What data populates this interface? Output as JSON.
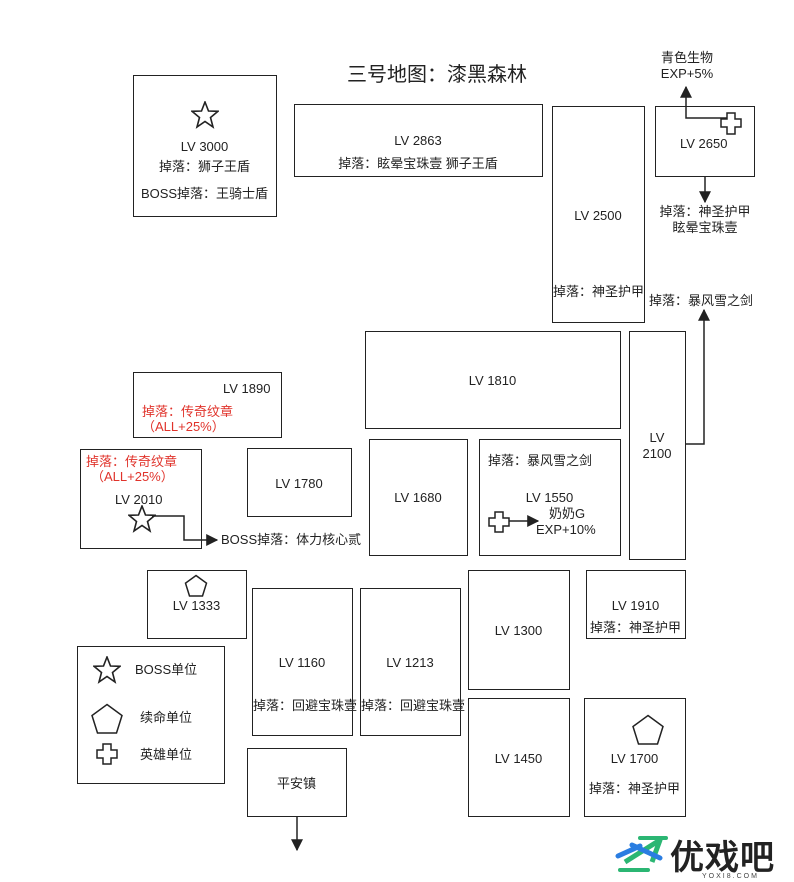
{
  "title": "三号地图：漆黑森林",
  "rooms": {
    "r3000": {
      "level": "LV 3000",
      "drop": "掉落：狮子王盾",
      "boss_drop": "BOSS掉落：王骑士盾"
    },
    "r2863": {
      "level": "LV 2863",
      "drop": "掉落：眩晕宝珠壹  狮子王盾"
    },
    "r2500": {
      "level": "LV 2500",
      "drop": "掉落：神圣护甲"
    },
    "r2650": {
      "level": "LV 2650"
    },
    "r1890": {
      "level": "LV 1890",
      "drop_line1": "掉落：传奇纹章",
      "drop_line2": "（ALL+25%）"
    },
    "r1810": {
      "level": "LV 1810"
    },
    "r2100": {
      "level_line1": "LV",
      "level_line2": "2100"
    },
    "r2010": {
      "level": "LV 2010",
      "drop_line1": "掉落：传奇纹章",
      "drop_line2": "（ALL+25%）"
    },
    "r1780": {
      "level": "LV 1780"
    },
    "r1680": {
      "level": "LV 1680"
    },
    "r1550": {
      "level": "LV 1550",
      "drop": "掉落：暴风雪之剑",
      "npc": "奶奶G",
      "npc_bonus": "EXP+10%"
    },
    "r1333": {
      "level": "LV 1333"
    },
    "r1160": {
      "level": "LV 1160",
      "drop": "掉落：回避宝珠壹"
    },
    "r1213": {
      "level": "LV 1213",
      "drop": "掉落：回避宝珠壹"
    },
    "r1300": {
      "level": "LV 1300"
    },
    "r1910": {
      "level": "LV 1910",
      "drop": "掉落：神圣护甲"
    },
    "r1450": {
      "level": "LV 1450"
    },
    "r1700": {
      "level": "LV 1700",
      "drop": "掉落：神圣护甲"
    },
    "town": {
      "name": "平安镇"
    }
  },
  "annotations": {
    "green_creature": "青色生物",
    "green_exp": "EXP+5%",
    "r2650_drop_line1": "掉落：神圣护甲",
    "r2650_drop_line2": "眩晕宝珠壹",
    "r2100_drop": "掉落：暴风雪之剑",
    "r2010_boss_drop": "BOSS掉落：体力核心贰"
  },
  "legend": {
    "boss": "BOSS单位",
    "revive": "续命单位",
    "hero": "英雄单位"
  },
  "watermark": {
    "text": "优戏吧",
    "sub": "YOXI8.COM"
  },
  "colors": {
    "line": "#222222",
    "red": "#e0332b",
    "logo_green": "#2bb673",
    "logo_blue": "#2a7de1"
  }
}
